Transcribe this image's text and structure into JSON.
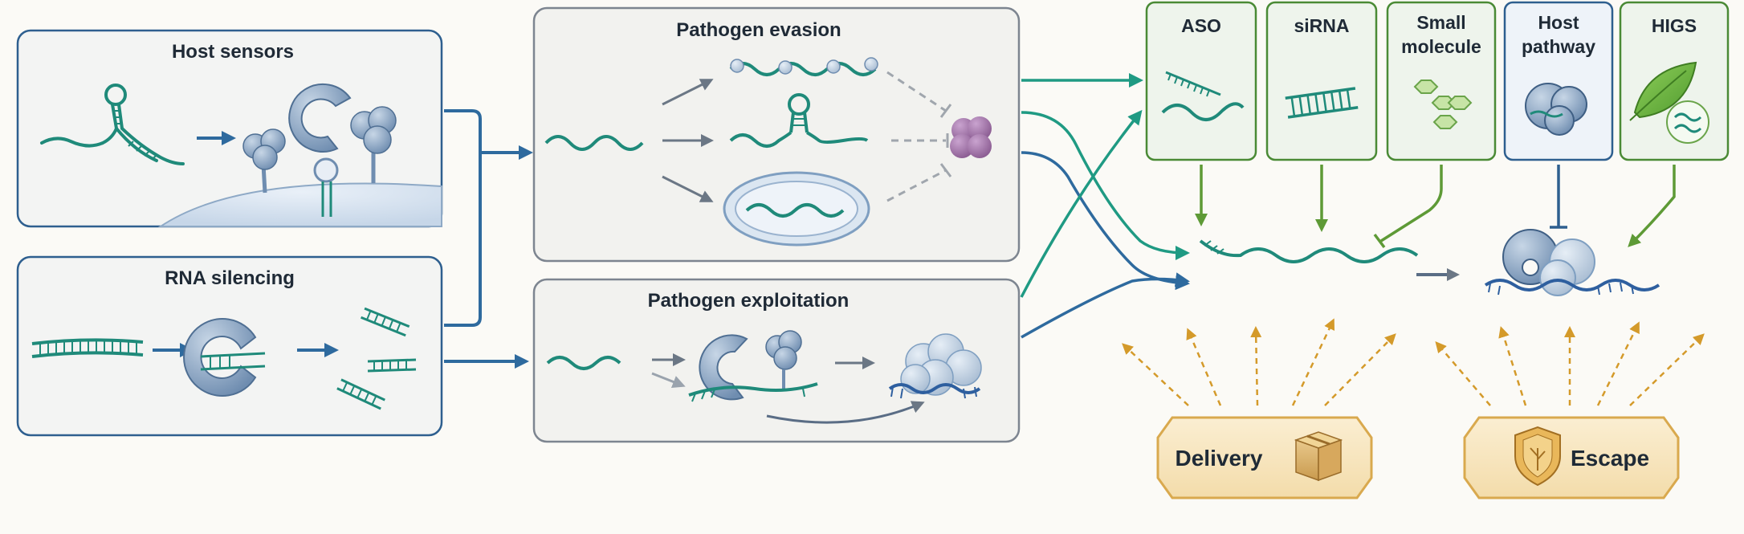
{
  "panels": {
    "host_sensors": "Host sensors",
    "rna_silencing": "RNA silencing",
    "pathogen_evasion": "Pathogen evasion",
    "pathogen_exploitation": "Pathogen exploitation"
  },
  "therapeutics": {
    "aso": "ASO",
    "sirna": "siRNA",
    "small_molecule_line1": "Small",
    "small_molecule_line2": "molecule",
    "host_pathway_line1": "Host",
    "host_pathway_line2": "pathway",
    "higs": "HIGS"
  },
  "challenges": {
    "delivery": "Delivery",
    "escape": "Escape"
  },
  "colors": {
    "blue_arrow": "#2e6a9e",
    "teal_arrow": "#1f9a83",
    "green_arrow": "#5e9a36",
    "orange_arrow": "#d49a2a",
    "rna": "#1f8a7a",
    "protein": "#8aa6c4",
    "purple_protein": "#9d6fa4"
  }
}
